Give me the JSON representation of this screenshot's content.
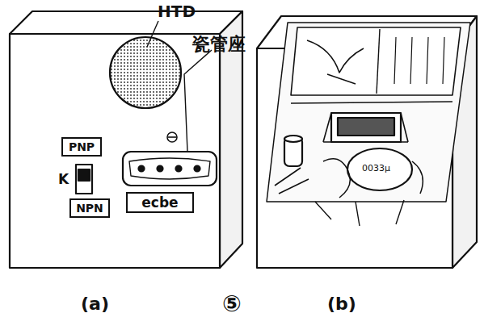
{
  "diagram": {
    "nodes": [
      {
        "text": [
          "PNP"
        ]
      },
      {
        "text": [
          "NPN"
        ]
      },
      {
        "text": [
          "ecbe"
        ]
      }
    ],
    "labels": [
      "HTD",
      "瓷管座",
      "K",
      "(a)",
      "⑤",
      "(b)",
      "0033μ"
    ]
  }
}
